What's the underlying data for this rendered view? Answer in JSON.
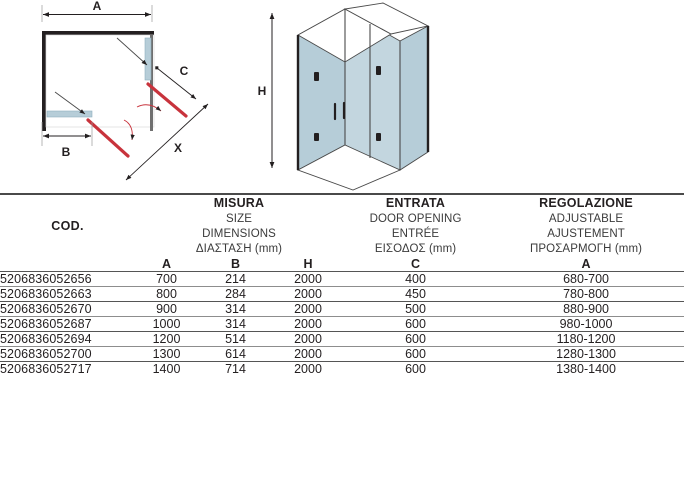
{
  "drawings": {
    "plan": {
      "name": "plan-view-corner-shower",
      "labels": {
        "a": "A",
        "b": "B",
        "c": "C",
        "x": "X"
      }
    },
    "iso": {
      "name": "isometric-view-shower-enclosure",
      "labels": {
        "h": "H"
      }
    },
    "colors": {
      "glass": "#b6cdd8",
      "glass_light": "#cddde5",
      "swing_marker": "#c8333c",
      "outline": "#231f20",
      "frame": "#6f6f6f"
    }
  },
  "table": {
    "header": {
      "code": "COD.",
      "groups": [
        {
          "it": "MISURA",
          "lines": [
            "SIZE",
            "DIMENSIONS",
            "ΔΙΑΣΤΑΣΗ (mm)"
          ]
        },
        {
          "it": "ENTRATA",
          "lines": [
            "DOOR OPENING",
            "ENTRÉE",
            "ΕΙΣΟΔΟΣ (mm)"
          ]
        },
        {
          "it": "REGOLAZIONE",
          "lines": [
            "ADJUSTABLE",
            "AJUSTEMENT",
            "ΠΡΟΣΑΡΜΟΓΗ (mm)"
          ]
        }
      ]
    },
    "subheaders": [
      "",
      "A",
      "B",
      "H",
      "C",
      "A"
    ],
    "rows": [
      {
        "code": "5206836052656",
        "a": "700",
        "b": "214",
        "h": "2000",
        "c": "400",
        "adj": "680-700"
      },
      {
        "code": "5206836052663",
        "a": "800",
        "b": "284",
        "h": "2000",
        "c": "450",
        "adj": "780-800"
      },
      {
        "code": "5206836052670",
        "a": "900",
        "b": "314",
        "h": "2000",
        "c": "500",
        "adj": "880-900"
      },
      {
        "code": "5206836052687",
        "a": "1000",
        "b": "314",
        "h": "2000",
        "c": "600",
        "adj": "980-1000"
      },
      {
        "code": "5206836052694",
        "a": "1200",
        "b": "514",
        "h": "2000",
        "c": "600",
        "adj": "1180-1200"
      },
      {
        "code": "5206836052700",
        "a": "1300",
        "b": "614",
        "h": "2000",
        "c": "600",
        "adj": "1280-1300"
      },
      {
        "code": "5206836052717",
        "a": "1400",
        "b": "714",
        "h": "2000",
        "c": "600",
        "adj": "1380-1400"
      }
    ]
  }
}
